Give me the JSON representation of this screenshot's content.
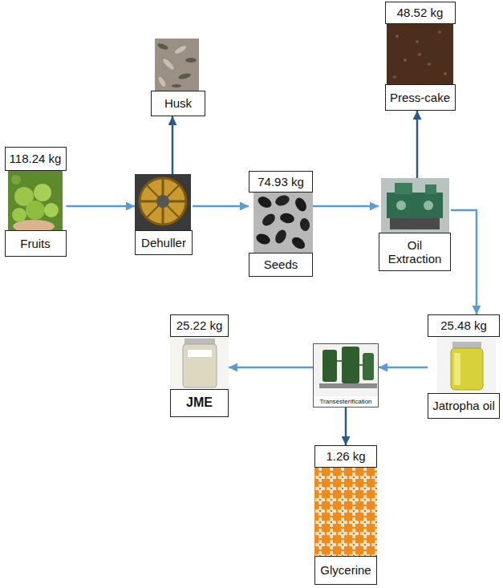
{
  "diagram": {
    "nodes": [
      {
        "text": [
          "118.24 kg",
          "Fruits"
        ]
      },
      {
        "text": [
          "Dehuller"
        ]
      },
      {
        "text": [
          "Husk"
        ]
      },
      {
        "text": [
          "74.93 kg",
          "Seeds"
        ]
      },
      {
        "text": [
          "Oil Extraction"
        ]
      },
      {
        "text": [
          "48.52 kg",
          "Press-cake"
        ]
      },
      {
        "text": [
          "25.48 kg",
          "Jatropha oil"
        ]
      },
      {
        "text": [
          "Transesterification"
        ]
      },
      {
        "text": [
          "25.22 kg",
          "JME"
        ]
      },
      {
        "text": [
          "1.26 kg",
          "Glycerine"
        ]
      }
    ],
    "edges": [
      {
        "from": 0,
        "to": 1,
        "arrow": "to"
      },
      {
        "from": 1,
        "to": 2,
        "arrow": "to"
      },
      {
        "from": 1,
        "to": 3,
        "arrow": "to"
      },
      {
        "from": 3,
        "to": 4,
        "arrow": "to"
      },
      {
        "from": 4,
        "to": 5,
        "arrow": "to"
      },
      {
        "from": 4,
        "to": 6,
        "arrow": "to"
      },
      {
        "from": 6,
        "to": 7,
        "arrow": "to"
      },
      {
        "from": 7,
        "to": 8,
        "arrow": "to"
      },
      {
        "from": 7,
        "to": 9,
        "arrow": "to"
      }
    ]
  }
}
